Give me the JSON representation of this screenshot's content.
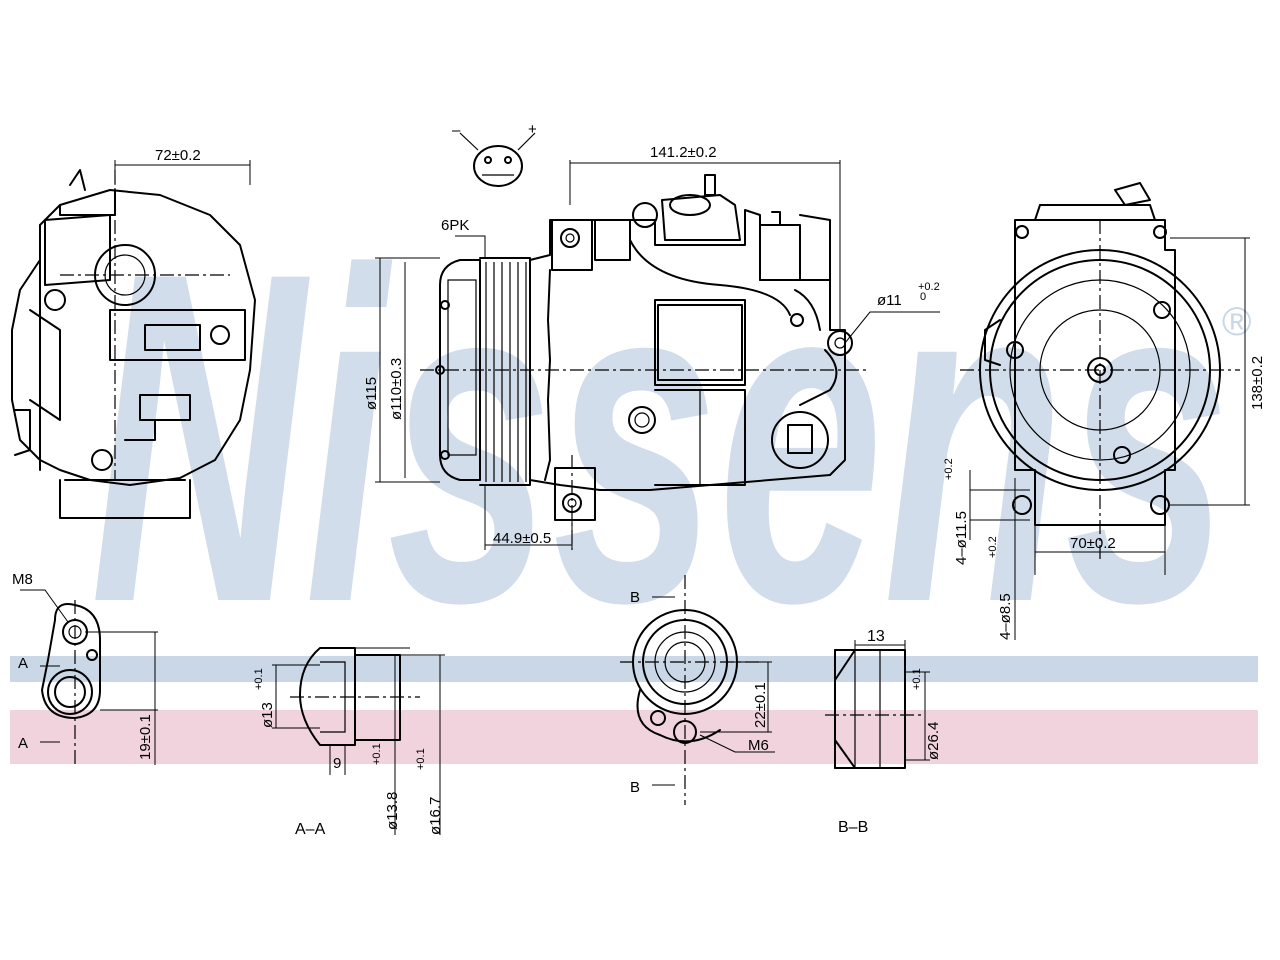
{
  "brand": {
    "watermark": "Nissens",
    "registered_mark": "®",
    "stripe_blue": "#c9d7e6",
    "stripe_pink": "#f0d3dc"
  },
  "connector": {
    "minus": "–",
    "plus": "+"
  },
  "dimensions": {
    "side_width": "72±0.2",
    "body_length": "141.2±0.2",
    "belt": "6PK",
    "pulley_dia": "ø115",
    "pulley_dia_tol": "ø110±0.3",
    "port_dia": "ø11",
    "port_dia_tol": "+0.2\n0",
    "mount_offset": "44.9±0.5",
    "rear_height": "138±0.2",
    "rear_hole_a": "4–ø11.5",
    "rear_hole_a_tol": "+0.2\n0",
    "rear_hole_b": "4–ø8.5",
    "rear_hole_b_tol": "+0.2\n0",
    "rear_width": "70±0.2"
  },
  "details": {
    "m8": "M8",
    "section_a": "A",
    "section_a_2": "A",
    "height_19": "19±0.1",
    "dia_13": "ø13",
    "dia_13_tol": "+0.1\n0",
    "depth_9": "9",
    "dia_13_8": "ø13.8",
    "dia_13_8_tol": "+0.1\n0",
    "dia_16_7": "ø16.7",
    "dia_16_7_tol": "+0.1\n0",
    "label_aa": "A–A",
    "section_b": "B",
    "section_b_2": "B",
    "height_22": "22±0.1",
    "m6": "M6",
    "width_13": "13",
    "dia_26_4": "ø26.4",
    "dia_26_4_tol": "+0.1\n0",
    "label_bb": "B–B"
  }
}
